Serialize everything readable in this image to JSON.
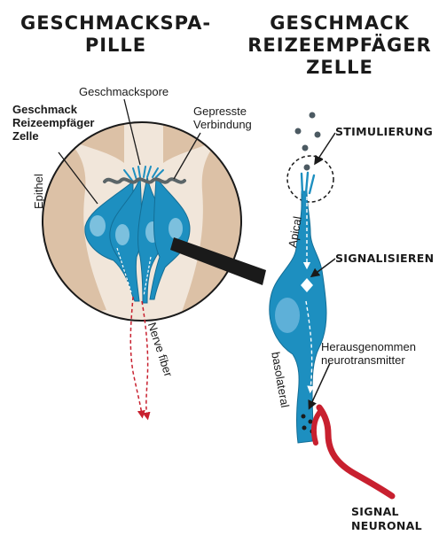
{
  "titles": {
    "left": [
      "GESCHMACKSPA-",
      "PILLE"
    ],
    "right": [
      "GESCHMACK",
      "REIZEEMPFÄGER",
      "ZELLE"
    ]
  },
  "left_diagram": {
    "cell_label": [
      "Geschmack",
      "Reizeempfäger",
      "Zelle"
    ],
    "pore_label": "Geschmackspore",
    "junction_label": [
      "Gepresste",
      "Verbindung"
    ],
    "epithel_label": "Epithel",
    "nerve_label": "Nerve fiber"
  },
  "right_diagram": {
    "stimulation": "STIMULIERUNG",
    "apical": "Apical",
    "signaling": "SIGNALISIEREN",
    "released": [
      "Herausgenommen",
      "neurotransmitter"
    ],
    "basolateral": "basolateral",
    "signal": [
      "SIGNAL",
      "NEURONAL"
    ]
  },
  "colors": {
    "cell": "#1d8fc0",
    "cell_dark": "#136e96",
    "tissue": "#dcc1a6",
    "background_circle": "#f1e6da",
    "nerve": "#c8202f",
    "dots": "#4c5a62"
  }
}
